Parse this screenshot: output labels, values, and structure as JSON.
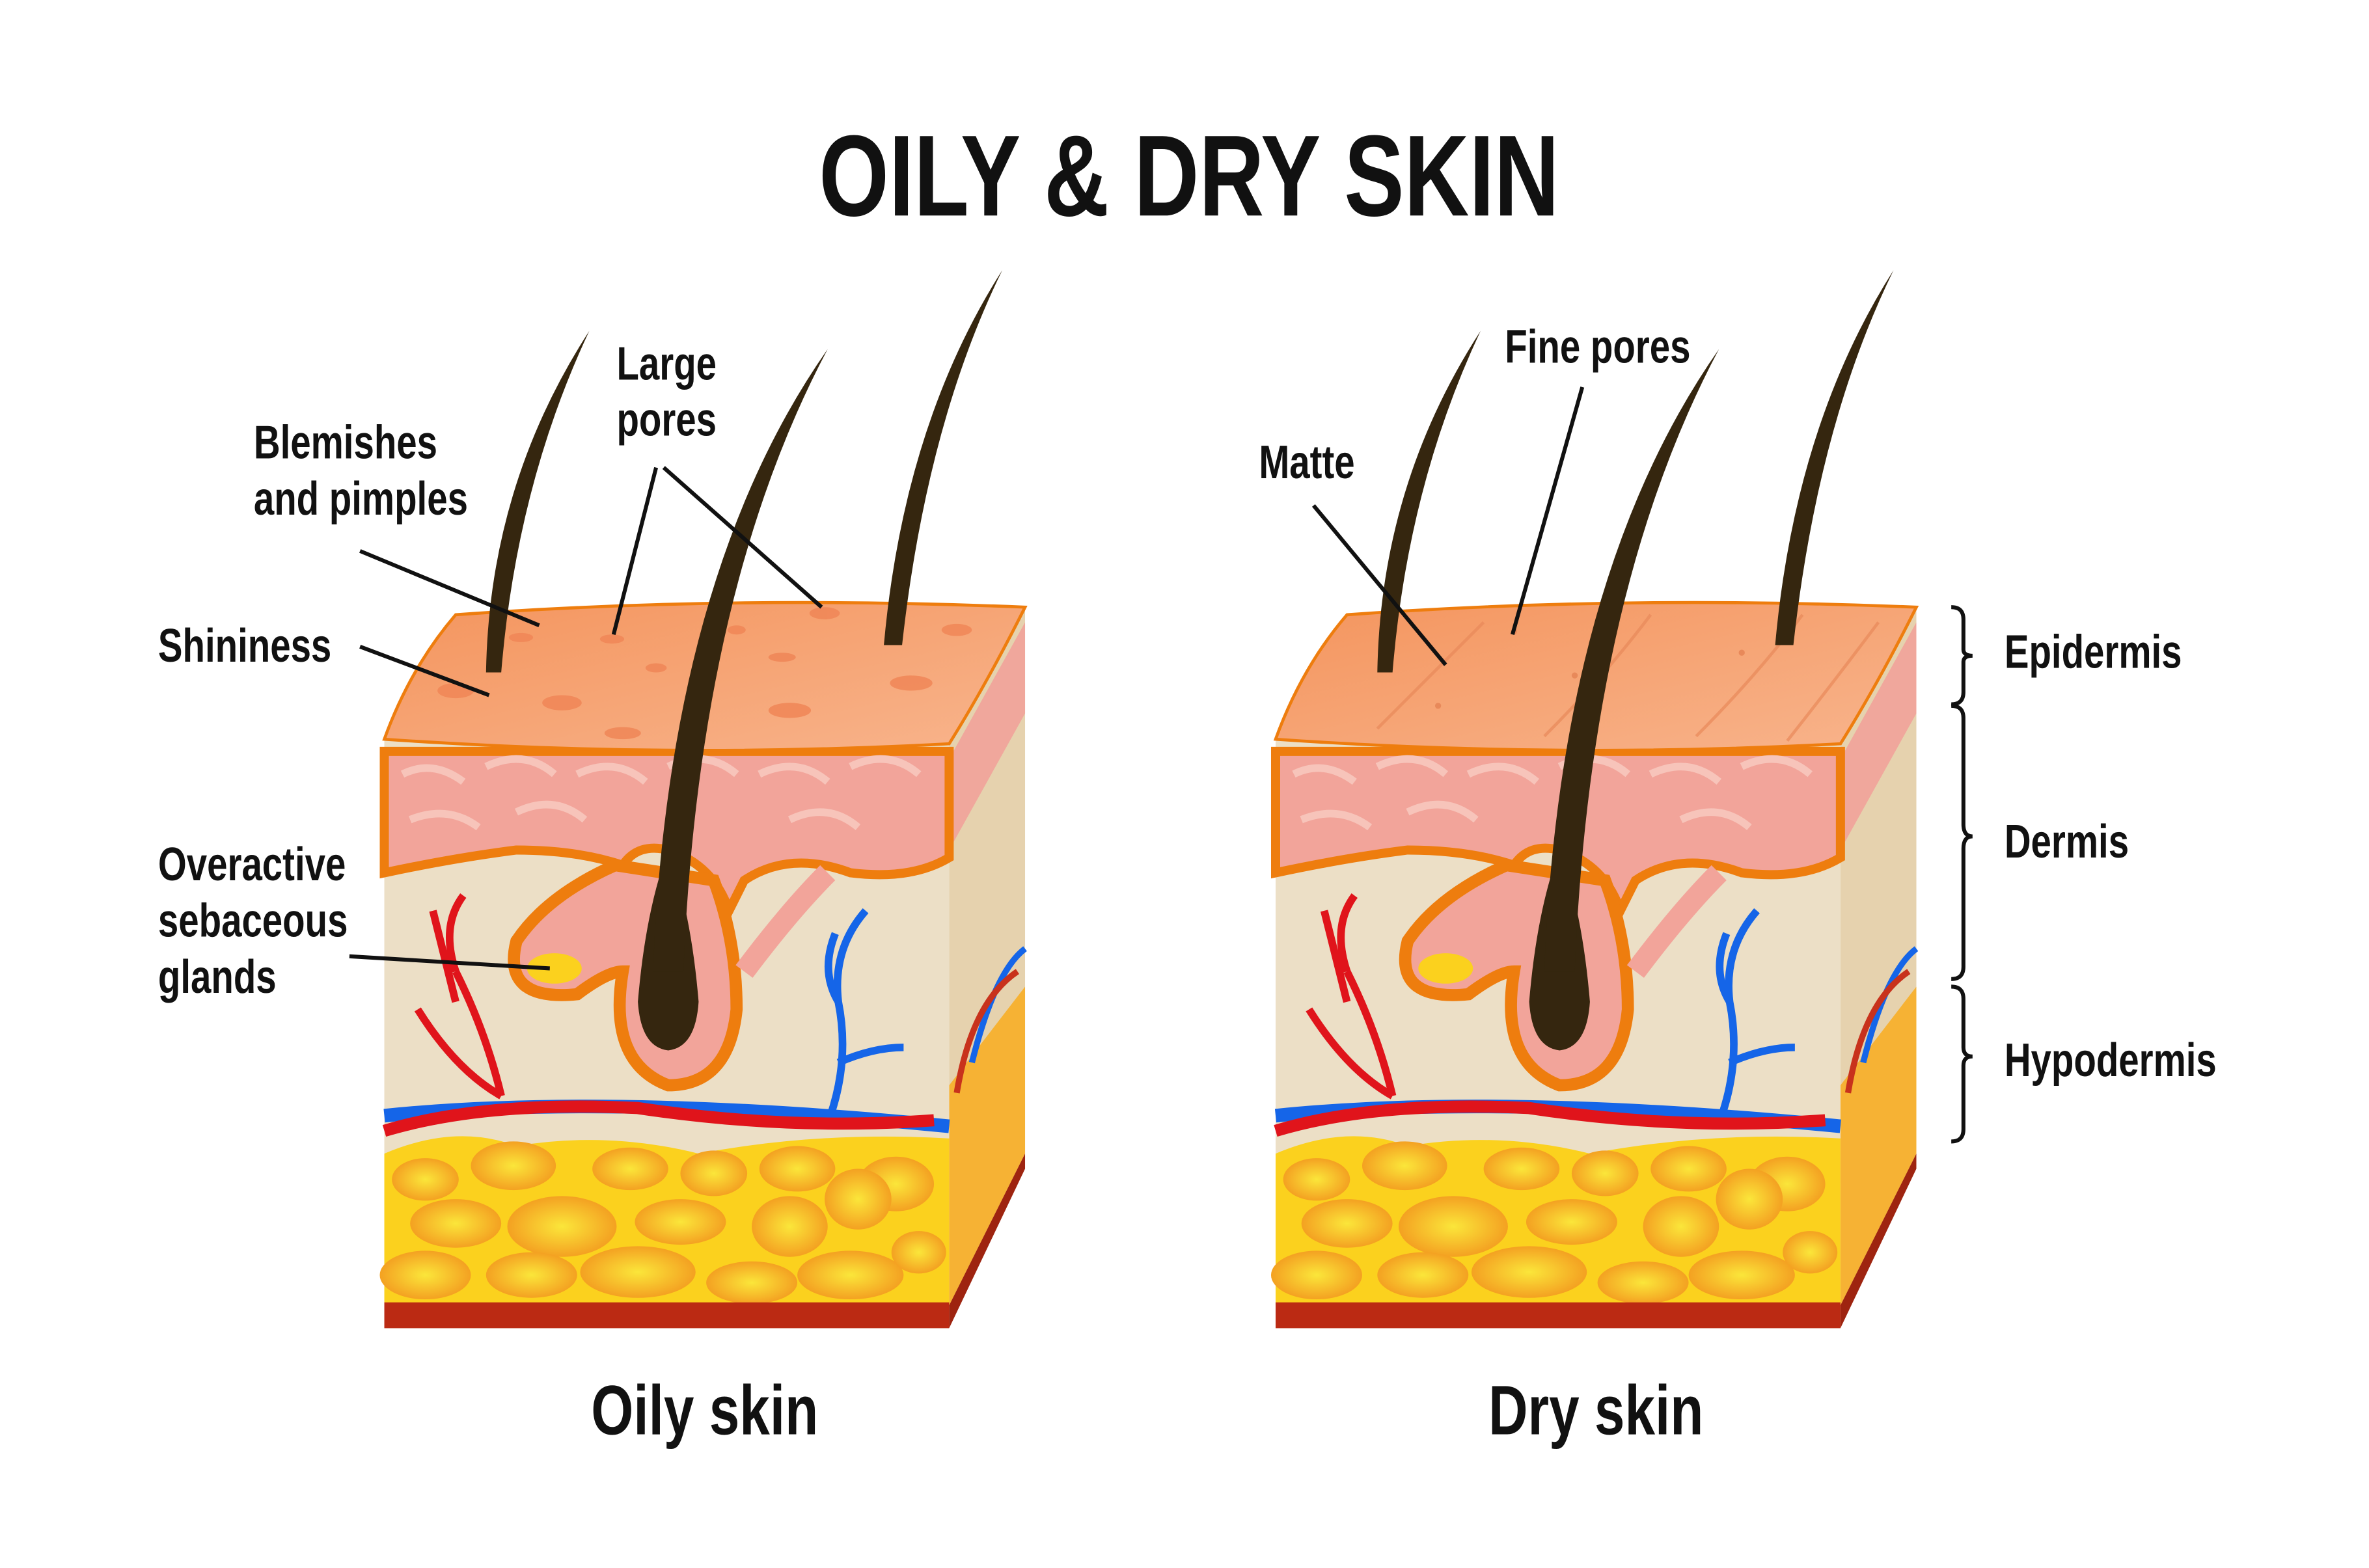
{
  "title": "OILY & DRY SKIN",
  "oily": {
    "caption": "Oily skin",
    "labels": {
      "blemishes_1": "Blemishes",
      "blemishes_2": "and pimples",
      "large_pores_1": "Large",
      "large_pores_2": "pores",
      "shininess": "Shininess",
      "glands_1": "Overactive",
      "glands_2": "sebaceous",
      "glands_3": "glands"
    }
  },
  "dry": {
    "caption": "Dry skin",
    "labels": {
      "fine_pores": "Fine pores",
      "matte": "Matte"
    }
  },
  "layers": [
    "Epidermis",
    "Dermis",
    "Hypodermis"
  ],
  "colors": {
    "surface": "#f6a476",
    "epidermis": "#f2a49a",
    "border": "#ee7d0e",
    "dermis": "#ecdfc6",
    "fat": "#fbd11e",
    "cell": "#f7a92a",
    "artery": "#e0141b",
    "vein": "#1565e8",
    "bottom": "#bb2a13",
    "hair": "#35260f"
  }
}
